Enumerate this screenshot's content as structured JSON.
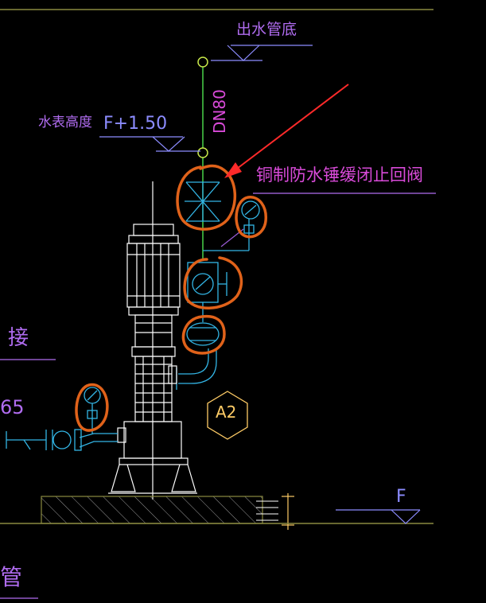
{
  "labels": {
    "top_elevation_cn": "出水管底",
    "water_gauge_cn": "水表高度",
    "water_gauge_value": "F+1.50",
    "pipe_size": "DN80",
    "valve_callout": "铜制防水锤缓闭止回阀",
    "left_connect": "接",
    "left_number": "65",
    "hex_tag": "A2",
    "floor_level": "F",
    "bottom_left": "管"
  },
  "colors": {
    "background": "#000000",
    "pipe_green": "#4de04d",
    "cyan": "#33b5e5",
    "white": "#ffffff",
    "purple": "#b06cf0",
    "magenta": "#d84ad8",
    "orange_highlight": "#e0621a",
    "red_arrow": "#ff2a2a",
    "yellow": "#ffcc66",
    "olive": "#8a8a40"
  }
}
